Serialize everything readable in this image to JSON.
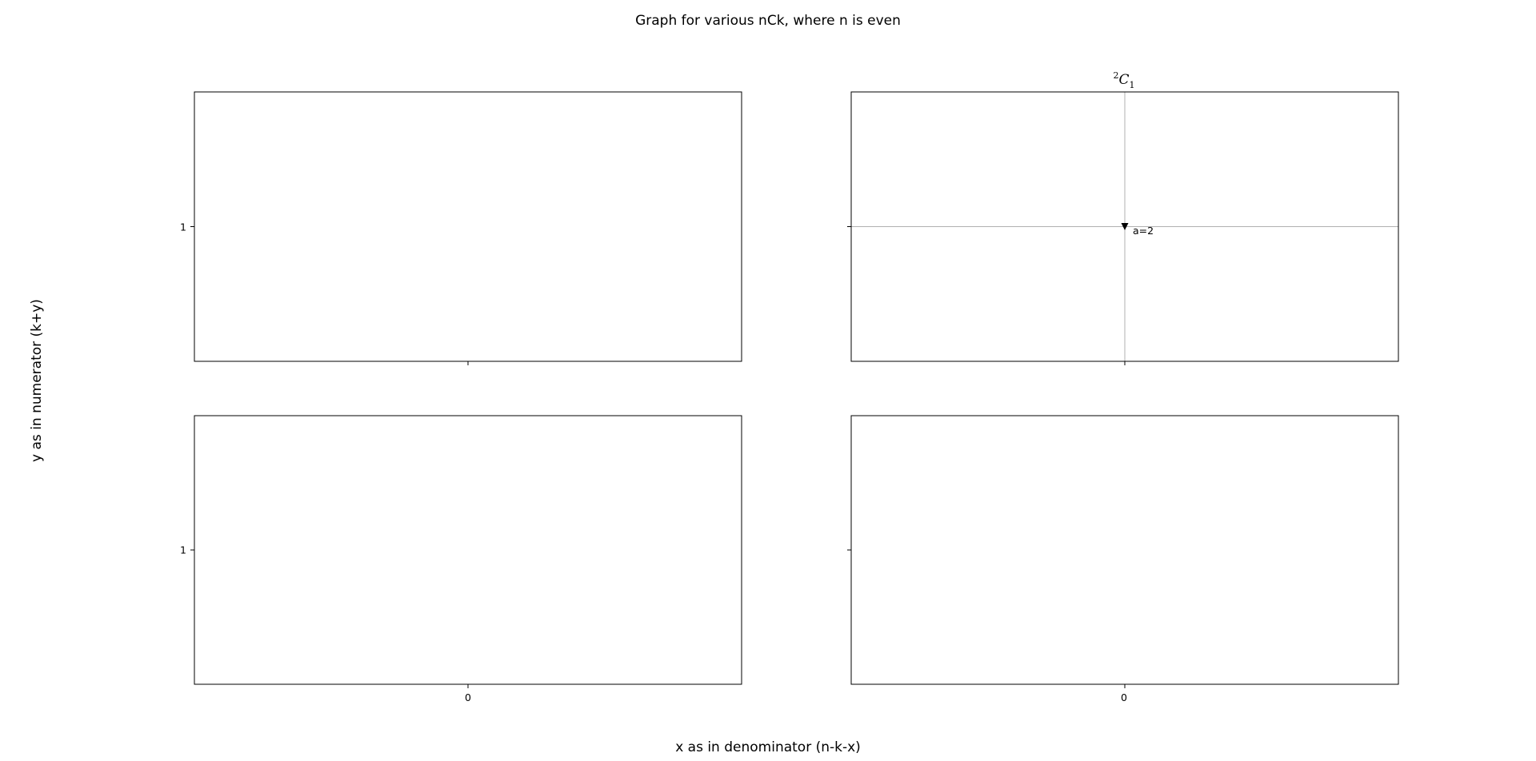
{
  "chart_data": {
    "title": "Graph for various nCk, where n is even",
    "xlabel": "x as in denominator (n-k-x)",
    "ylabel": "y as in numerator (k+y)",
    "subplots": [
      {
        "position": "top-left",
        "type": "scatter",
        "title": null,
        "points": [],
        "x_ticks": [],
        "y_ticks": [
          "1"
        ],
        "xlim": [
          -1,
          1
        ],
        "ylim": [
          0.5,
          1.5
        ],
        "grid": false
      },
      {
        "position": "top-right",
        "type": "scatter",
        "title_sup": "2",
        "title_main": "C",
        "title_sub": "1",
        "points": [
          {
            "x": 0,
            "y": 1,
            "marker": "triangle-down",
            "label": "a=2"
          }
        ],
        "x_ticks": [],
        "y_ticks": [],
        "xlim": [
          -1,
          1
        ],
        "ylim": [
          0.5,
          1.5
        ],
        "grid": true
      },
      {
        "position": "bottom-left",
        "type": "scatter",
        "title": null,
        "points": [],
        "x_ticks": [
          "0"
        ],
        "y_ticks": [
          "1"
        ],
        "xlim": [
          -1,
          1
        ],
        "ylim": [
          0.5,
          1.5
        ],
        "grid": false
      },
      {
        "position": "bottom-right",
        "type": "scatter",
        "title": null,
        "points": [],
        "x_ticks": [
          "0"
        ],
        "y_ticks": [],
        "xlim": [
          -1,
          1
        ],
        "ylim": [
          0.5,
          1.5
        ],
        "grid": false
      }
    ]
  },
  "colors": {
    "axes": "#000000",
    "grid": "#b0b0b0",
    "marker": "#000000",
    "background": "#ffffff"
  }
}
